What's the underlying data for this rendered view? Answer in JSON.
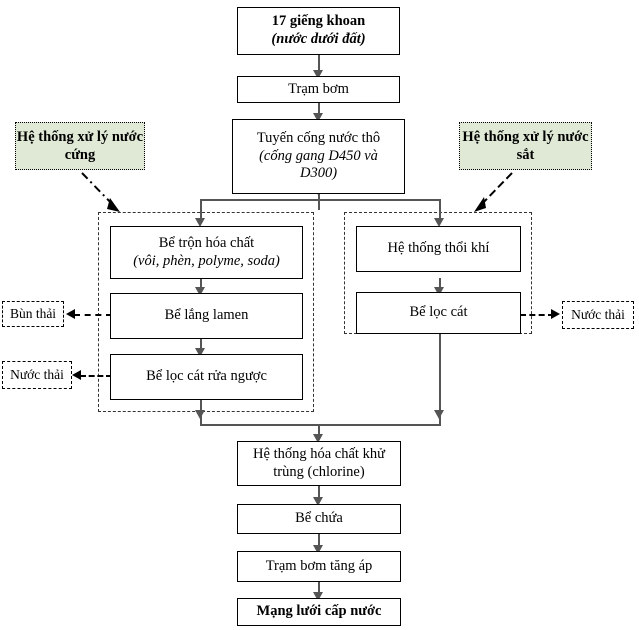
{
  "diagram": {
    "title": "So do cong nghe xu ly nuoc cap",
    "accent_green": "#dfe9d5",
    "line_color": "#555555"
  },
  "nodes": {
    "wells": {
      "line1": "17 giếng khoan",
      "line2": "(nước dưới đất)"
    },
    "pump_station": {
      "line1": "Trạm bơm"
    },
    "raw_main": {
      "line1": "Tuyến cống nước thô",
      "line2": "(cống gang D450 và",
      "line3": "D300)"
    },
    "chem_mix": {
      "line1": "Bể trộn hóa chất",
      "line2": "(vôi, phèn, polyme, soda)"
    },
    "lamella": {
      "line1": "Bể lắng lamen"
    },
    "backwash_filter": {
      "line1": "Bể lọc cát rửa ngược"
    },
    "aeration": {
      "line1": "Hệ thống thổi khí"
    },
    "sand_filter": {
      "line1": "Bể lọc cát"
    },
    "chlorination": {
      "line1": "Hệ thống hóa chất khử",
      "line2": "trùng (chlorine)"
    },
    "reservoir": {
      "line1": "Bể chứa"
    },
    "booster_pump": {
      "line1": "Trạm bơm tăng áp"
    },
    "network": {
      "line1": "Mạng lưới cấp nước"
    }
  },
  "callouts": {
    "hard_water": {
      "line1": "Hệ thống xử lý",
      "line2": "nước cứng"
    },
    "iron_water": {
      "line1": "Hệ thống xử lý",
      "line2": "nước sắt"
    }
  },
  "waste": {
    "sludge": {
      "label": "Bùn thải"
    },
    "wastewater_left": {
      "label": "Nước thải"
    },
    "wastewater_right": {
      "label": "Nước thải"
    }
  }
}
